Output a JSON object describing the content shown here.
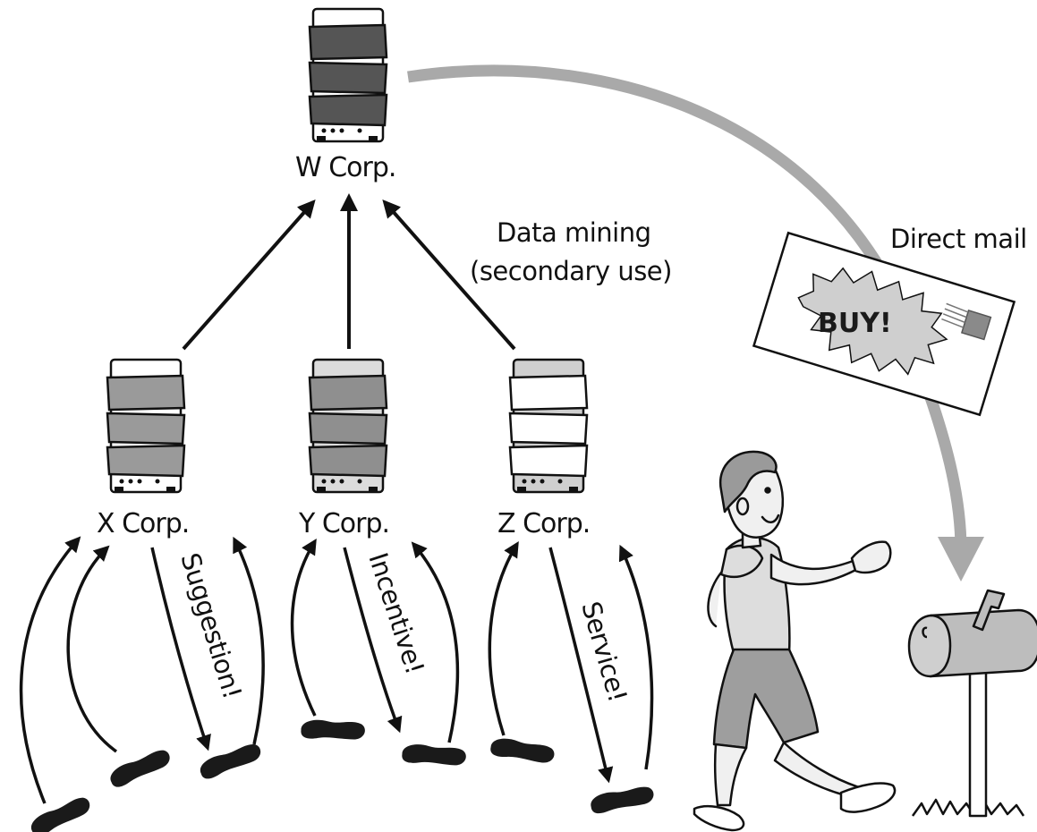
{
  "colors": {
    "ink": "#111111",
    "dark_band": "#555555",
    "mid_band": "#9a9a9a",
    "light_band": "#cfcfcf",
    "curve": "#a9a9a9",
    "envelope": "#ffffff",
    "burst": "#cfcfcf",
    "skin": "#f0f0f0",
    "shirt": "#dddddd",
    "shorts": "#9e9e9e",
    "mailbox": "#bdbdbd"
  },
  "servers": {
    "w": {
      "label": "W Corp."
    },
    "x": {
      "label": "X Corp."
    },
    "y": {
      "label": "Y Corp."
    },
    "z": {
      "label": "Z Corp."
    }
  },
  "labels": {
    "data_mining_1": "Data mining",
    "data_mining_2": "(secondary use)",
    "direct_mail": "Direct mail",
    "buy": "BUY!",
    "suggestion": "Suggestion!",
    "incentive": "Incentive!",
    "service": "Service!"
  },
  "icons": [
    "server-icon",
    "footprint-icon",
    "envelope-icon",
    "mailbox-icon",
    "person-illustration"
  ]
}
